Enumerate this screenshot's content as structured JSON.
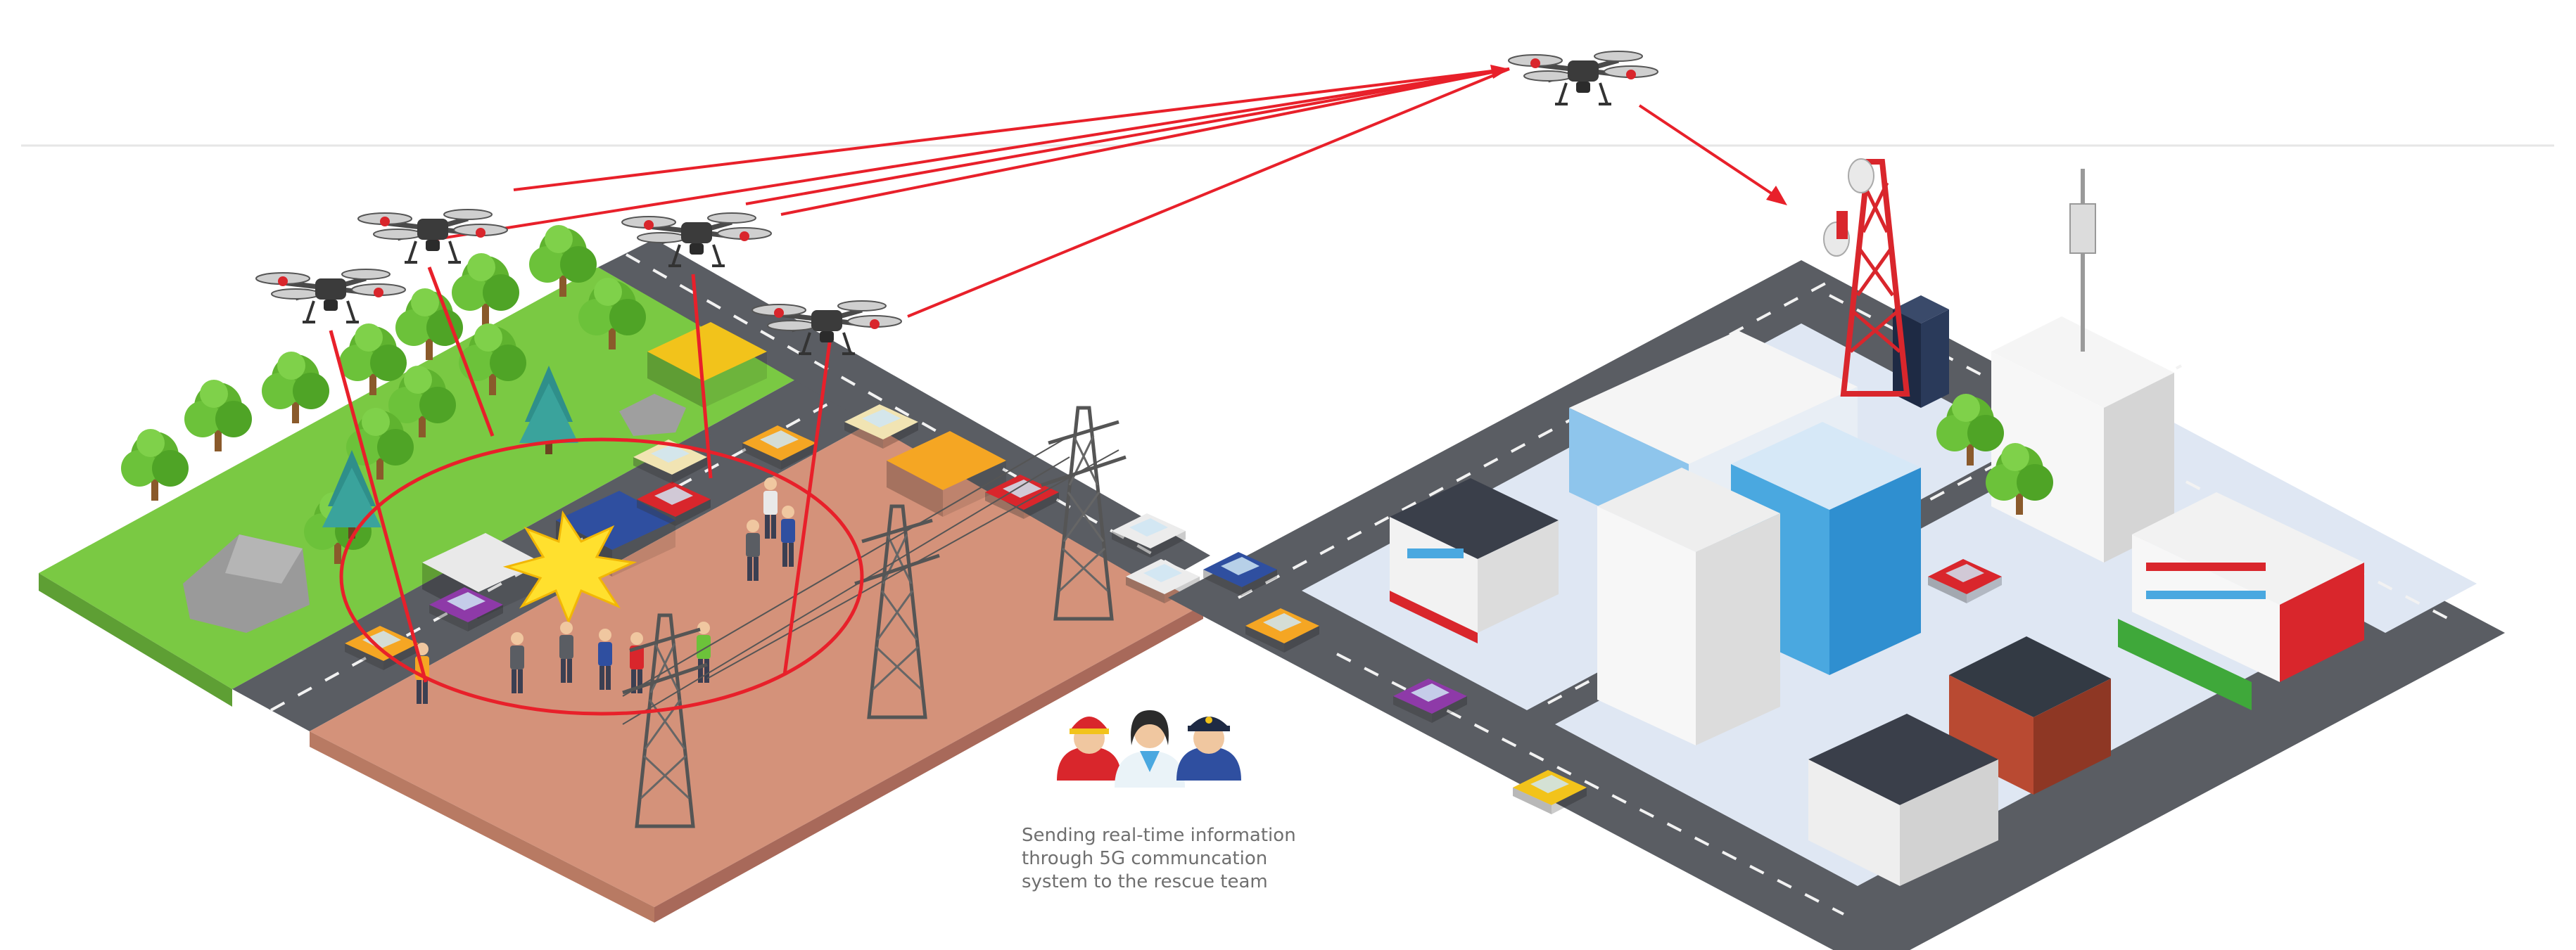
{
  "caption": {
    "lines": [
      "Sending real-time information",
      "through 5G communcation",
      "system to the rescue team"
    ]
  },
  "icons": [
    "drone-icon",
    "firefighter-icon",
    "doctor-icon",
    "police-officer-icon",
    "cell-tower-icon",
    "power-pylon-icon",
    "explosion-icon",
    "server-rack-icon"
  ],
  "colors": {
    "link_line": "#e8202a",
    "grass": "#7ac943",
    "incident_ground": "#d4927a",
    "road": "#5a5d63",
    "city_ground": "#dfe7f3",
    "tower_red": "#d9262c",
    "explosion": "#ffe02e"
  }
}
